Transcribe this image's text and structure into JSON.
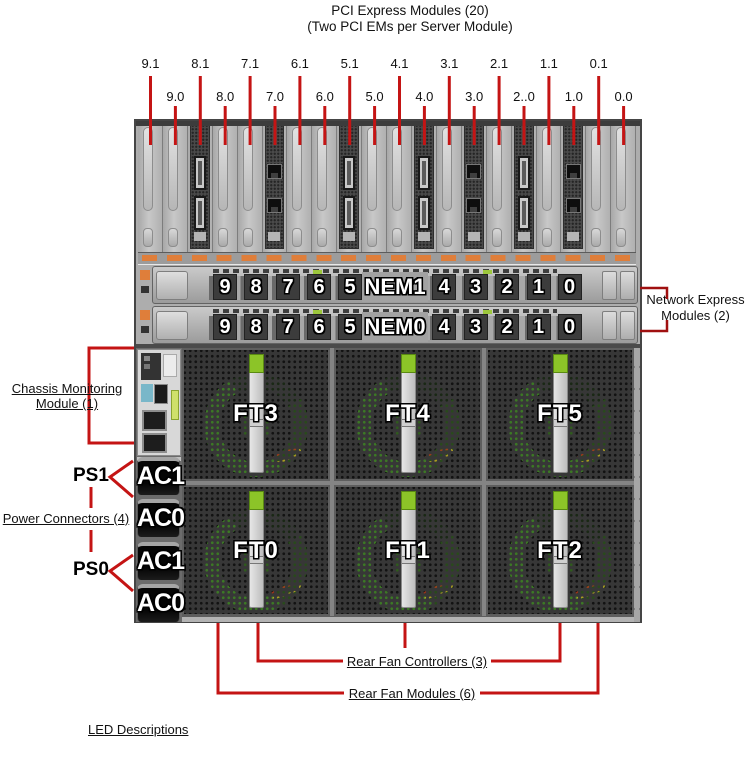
{
  "title": {
    "line1": "PCI Express Modules (20)",
    "line2": "(Two PCI EMs per Server Module)"
  },
  "pci": {
    "top_labels": [
      "9.1",
      "8.1",
      "7.1",
      "6.1",
      "5.1",
      "4.1",
      "3.1",
      "2.1",
      "1.1",
      "0.1"
    ],
    "bottom_labels": [
      "9.0",
      "8.0",
      "7.0",
      "6.0",
      "5.0",
      "4.0",
      "3.0",
      "2..0",
      "1.0",
      "0.0"
    ]
  },
  "nem": {
    "modules": [
      {
        "name": "NEM1",
        "slot_numbers": [
          "9",
          "8",
          "7",
          "6",
          "5",
          "4",
          "3",
          "2",
          "1",
          "0"
        ]
      },
      {
        "name": "NEM0",
        "slot_numbers": [
          "9",
          "8",
          "7",
          "6",
          "5",
          "4",
          "3",
          "2",
          "1",
          "0"
        ]
      }
    ]
  },
  "callouts": {
    "network_express": {
      "line1": "Network Express",
      "line2": "Modules (2)"
    },
    "cmm": {
      "line1": "Chassis Monitoring",
      "line2": "Module (1)"
    },
    "ps1": "PS1",
    "ps0": "PS0",
    "power_connectors": "Power Connectors (4)",
    "rear_fan_controllers": "Rear Fan Controllers (3)",
    "rear_fan_modules": "Rear Fan Modules (6)",
    "led_descriptions": "LED Descriptions"
  },
  "power_inlets": [
    "AC1",
    "AC0",
    "AC1",
    "AC0"
  ],
  "fans": {
    "top_row": [
      "FT3",
      "FT4",
      "FT5"
    ],
    "bottom_row": [
      "FT0",
      "FT1",
      "FT2"
    ]
  },
  "colors": {
    "callout_red": "#c41414",
    "bracket_dark_red": "#a01010",
    "orange": "#df7e3a",
    "latch_green": "#8cc428",
    "fan_green": "#428428"
  }
}
